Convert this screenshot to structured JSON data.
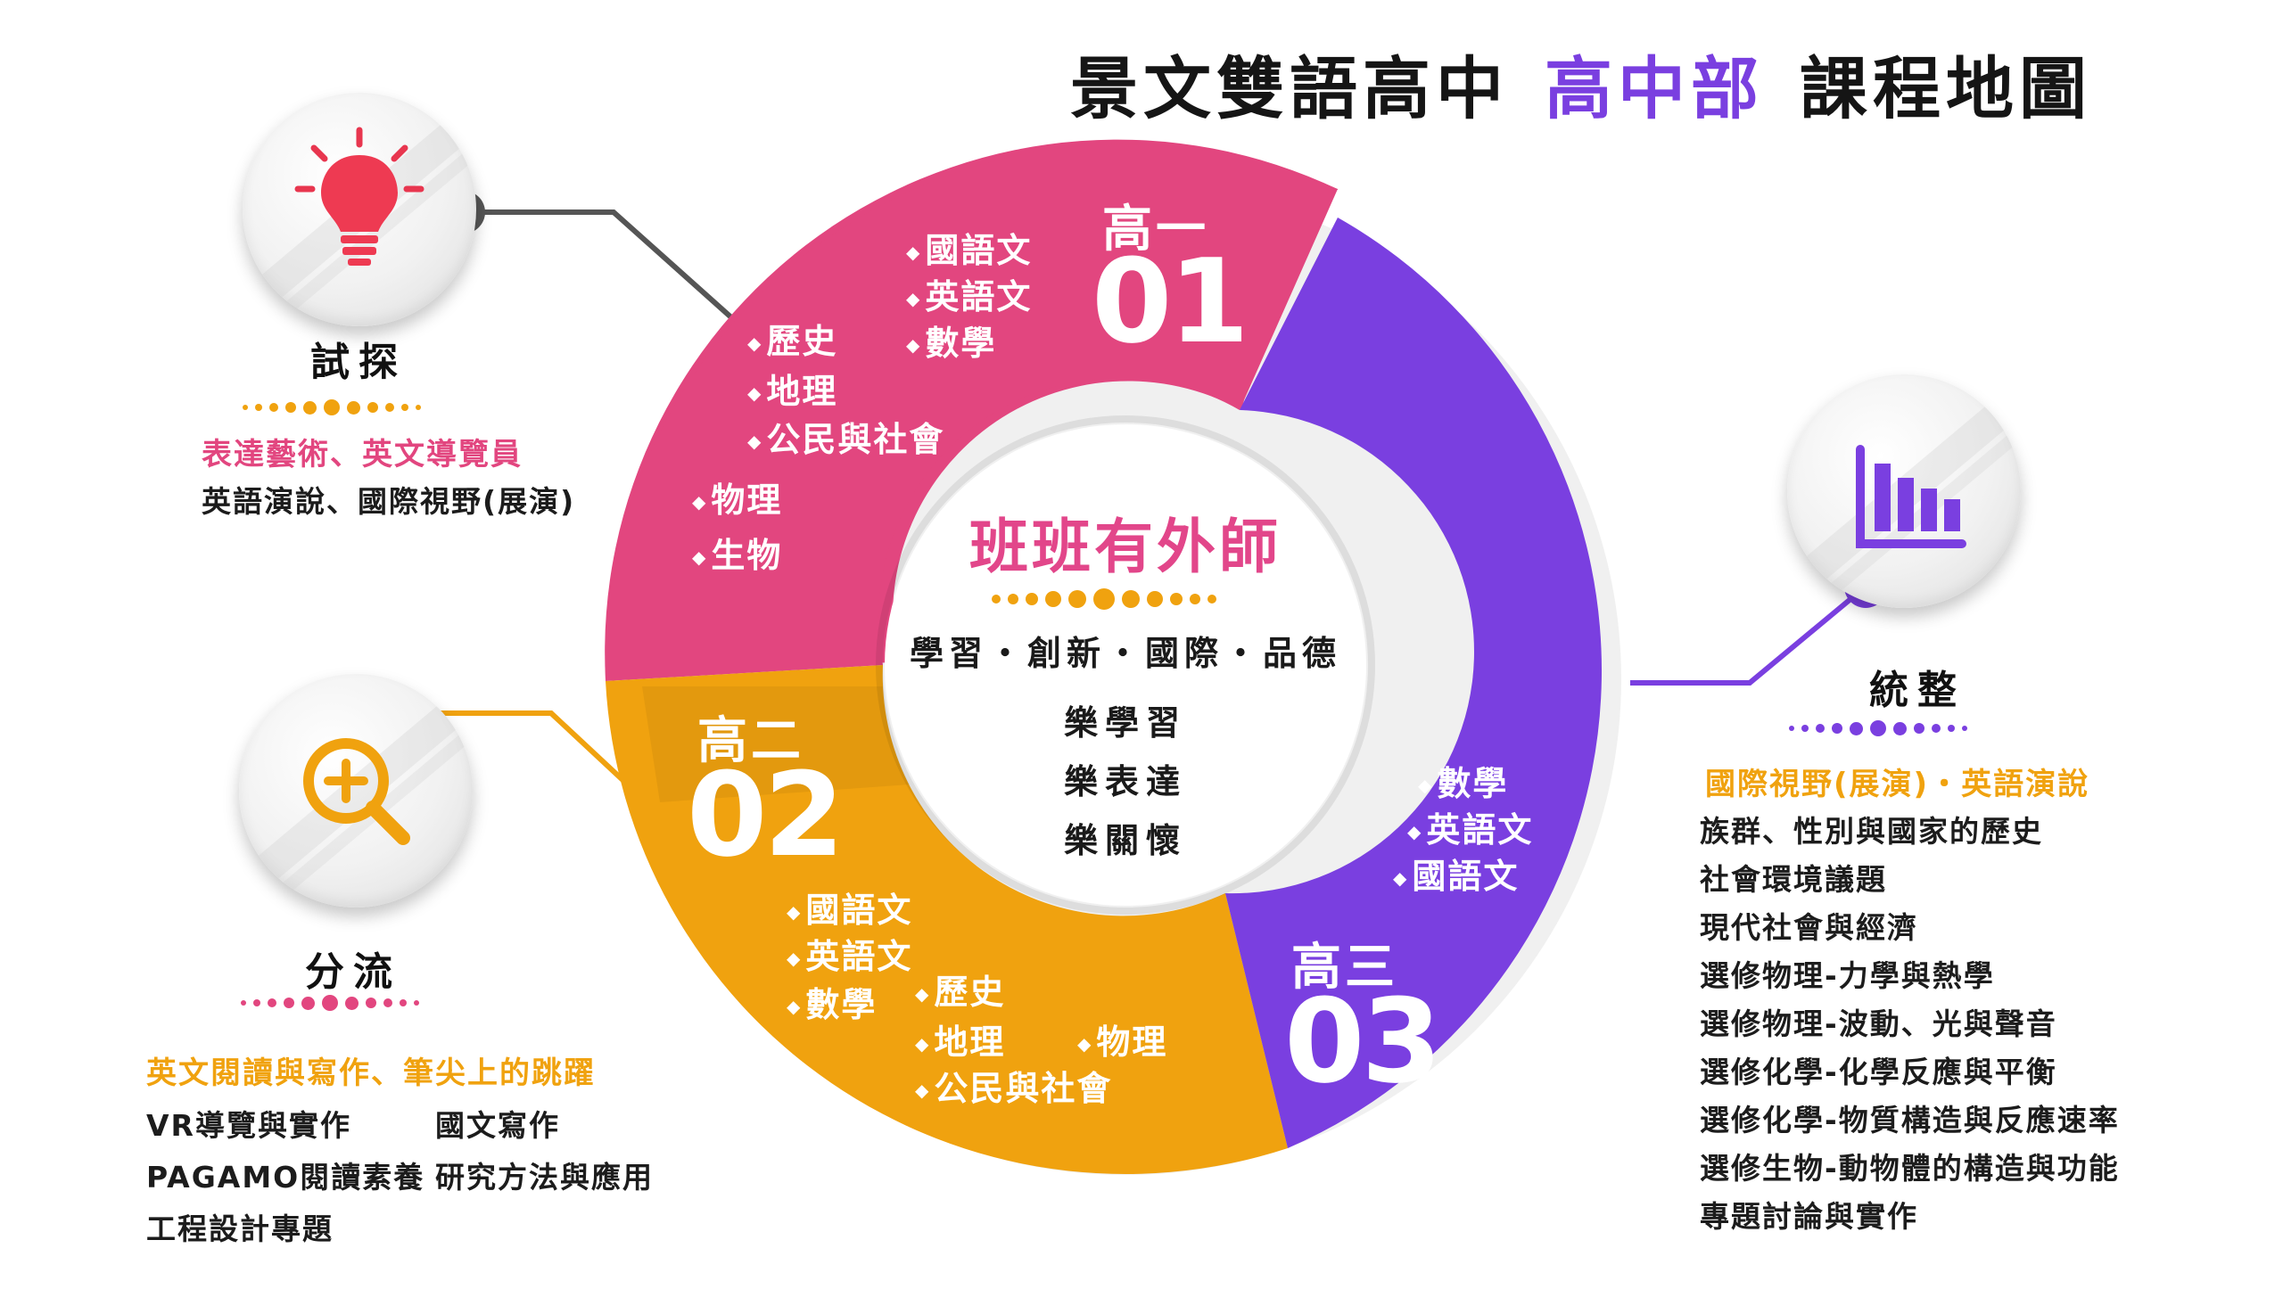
{
  "title": {
    "main": "景文雙語高中",
    "accent": "高中部",
    "tail": "課程地圖"
  },
  "colors": {
    "pink": "#e2467f",
    "purple": "#7a3fe0",
    "orange": "#f0a20f",
    "dark": "#555555"
  },
  "center": {
    "title": "班班有外師",
    "values": "學習・創新・國際・品德",
    "mottos": [
      "樂學習",
      "樂表達",
      "樂關懷"
    ]
  },
  "segments": {
    "year1": {
      "label": "高一",
      "number": "01",
      "subjects_right": [
        "國語文",
        "英語文",
        "數學"
      ],
      "subjects_left": [
        "歷史",
        "地理",
        "公民與社會"
      ],
      "subjects_science": [
        "物理",
        "生物"
      ]
    },
    "year2": {
      "label": "高二",
      "number": "02",
      "subjects_core": [
        "國語文",
        "英語文",
        "數學"
      ],
      "subjects_social": [
        "歷史",
        "地理",
        "公民與社會"
      ],
      "subjects_science": [
        "物理"
      ]
    },
    "year3": {
      "label": "高三",
      "number": "03",
      "subjects": [
        "數學",
        "英語文",
        "國語文"
      ]
    }
  },
  "nodes": {
    "explore": {
      "icon": "lightbulb-icon",
      "label": "試探",
      "highlight": "表達藝術、英文導覽員",
      "lines": [
        "英語演說、國際視野(展演)"
      ]
    },
    "branch": {
      "icon": "magnifier-plus-icon",
      "label": "分流",
      "highlight": "英文閱讀與寫作、筆尖上的跳躍",
      "col1": [
        "VR導覽與實作",
        "PAGAMO閱讀素養",
        "工程設計專題"
      ],
      "col2": [
        "國文寫作",
        "研究方法與應用"
      ]
    },
    "integrate": {
      "icon": "bar-chart-icon",
      "label": "統整",
      "highlight": "國際視野(展演)・英語演說",
      "lines": [
        "族群、性別與國家的歷史",
        "社會環境議題",
        "現代社會與經濟",
        "選修物理-力學與熱學",
        "選修物理-波動、光與聲音",
        "選修化學-化學反應與平衡",
        "選修化學-物質構造與反應速率",
        "選修生物-動物體的構造與功能",
        "專題討論與實作"
      ]
    }
  }
}
